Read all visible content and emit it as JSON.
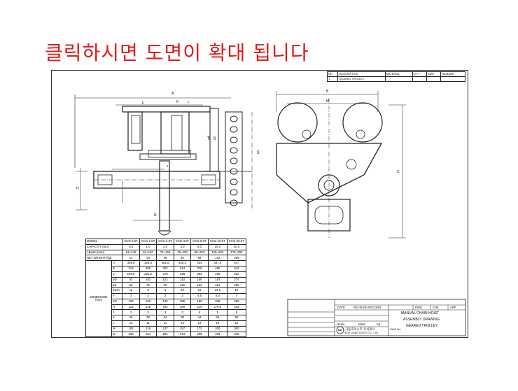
{
  "banner": "클릭하시면 도면이 확대 됩니다",
  "bom": {
    "headers": [
      "NO",
      "DESCRIPTION",
      "MATERIAL",
      "Q'TY",
      "SIZE",
      "REMARK"
    ],
    "rows": [
      [
        "1",
        "GEARED TROLLEY",
        "",
        "",
        "",
        ""
      ]
    ]
  },
  "dims": {
    "side": {
      "A": "A",
      "F": "F",
      "K": "K",
      "L": "L",
      "H": "H",
      "N": "N",
      "od": "ød",
      "oD": "øD",
      "oG": "øG",
      "J": "J"
    },
    "front": {
      "B": "B",
      "M": "M",
      "C": "C"
    }
  },
  "table": {
    "headers": [
      "MODEL",
      "KCG-0.5T",
      "KCG-1.0T",
      "KCG-2.0T",
      "KCG-3.0T",
      "KCG-5.0T",
      "KCG-10.0T",
      "KCG-20.0T"
    ],
    "rows": [
      {
        "label": "CAPACITY (ton)",
        "values": [
          "0.5",
          "1.0",
          "2.0",
          "3.0",
          "5.0",
          "10.0",
          "20.0"
        ]
      },
      {
        "label": "I-Beam (mm)",
        "values": [
          "64~140",
          "64~140",
          "76~165",
          "76~203",
          "88~203",
          "125~203",
          "176~305"
        ]
      },
      {
        "label": "NET WEIGHT (kg)",
        "values": [
          "14",
          "19",
          "29",
          "40",
          "65",
          "103",
          "256"
        ]
      }
    ],
    "dimension_label": "DIMENSION (mm)",
    "dim_rows": [
      {
        "key": "A",
        "values": [
          "308.5",
          "328.5",
          "361.5",
          "428.5",
          "434",
          "487.5",
          "647"
        ]
      },
      {
        "key": "B",
        "values": [
          "212",
          "255",
          "302",
          "344",
          "378",
          "455",
          "642"
        ]
      },
      {
        "key": "C",
        "values": [
          "198.5",
          "231.5",
          "278",
          "338",
          "393",
          "490",
          "622"
        ]
      },
      {
        "key": "øD",
        "values": [
          "83",
          "102",
          "122",
          "142",
          "156",
          "187",
          "274"
        ]
      },
      {
        "key": "ød",
        "values": [
          "56",
          "75",
          "90",
          "110",
          "122",
          "151",
          "200"
        ]
      },
      {
        "key": "Emin.",
        "values": [
          "12",
          "9",
          "6",
          "10",
          "12",
          "13.5",
          "15"
        ]
      },
      {
        "key": "F",
        "values": [
          "3",
          "3",
          "3",
          "3",
          "4.5",
          "4.5",
          "4"
        ]
      },
      {
        "key": "øG",
        "values": [
          "132",
          "132",
          "132",
          "185",
          "185",
          "208",
          "209"
        ]
      },
      {
        "key": "H",
        "values": [
          "113",
          "128",
          "152",
          "186",
          "219",
          "275.5",
          "315"
        ]
      },
      {
        "key": "J",
        "values": [
          "3",
          "3",
          "3",
          "3",
          "5",
          "5",
          "5"
        ]
      },
      {
        "key": "K",
        "values": [
          "26",
          "28",
          "34",
          "38",
          "44",
          "48",
          "60"
        ]
      },
      {
        "key": "L",
        "values": [
          "10",
          "11",
          "11",
          "13",
          "14",
          "15",
          "22"
        ]
      },
      {
        "key": "M",
        "values": [
          "102",
          "118",
          "137",
          "157",
          "172",
          "200",
          "300"
        ]
      },
      {
        "key": "N",
        "values": [
          "230",
          "254",
          "294",
          "344",
          "400",
          "403",
          "548"
        ]
      }
    ]
  },
  "title_block": {
    "date": "DATE",
    "revision": "REVISION RECORD",
    "dwg": "DWG.",
    "chk": "CHK.",
    "app": "APP.",
    "title_lines": [
      "MANUAL CHAIN HOIST",
      "ASSEMBLY DRAWING",
      "GEARED TROLLEY"
    ],
    "scale": "Scale",
    "mass": "Mass",
    "kg": "Kg",
    "company_kr": "극동호이스트 주식회사",
    "company_en": "KUK DONG HOIST CO., LTD.",
    "logo": "KD",
    "dwg_no": "DWG No."
  }
}
